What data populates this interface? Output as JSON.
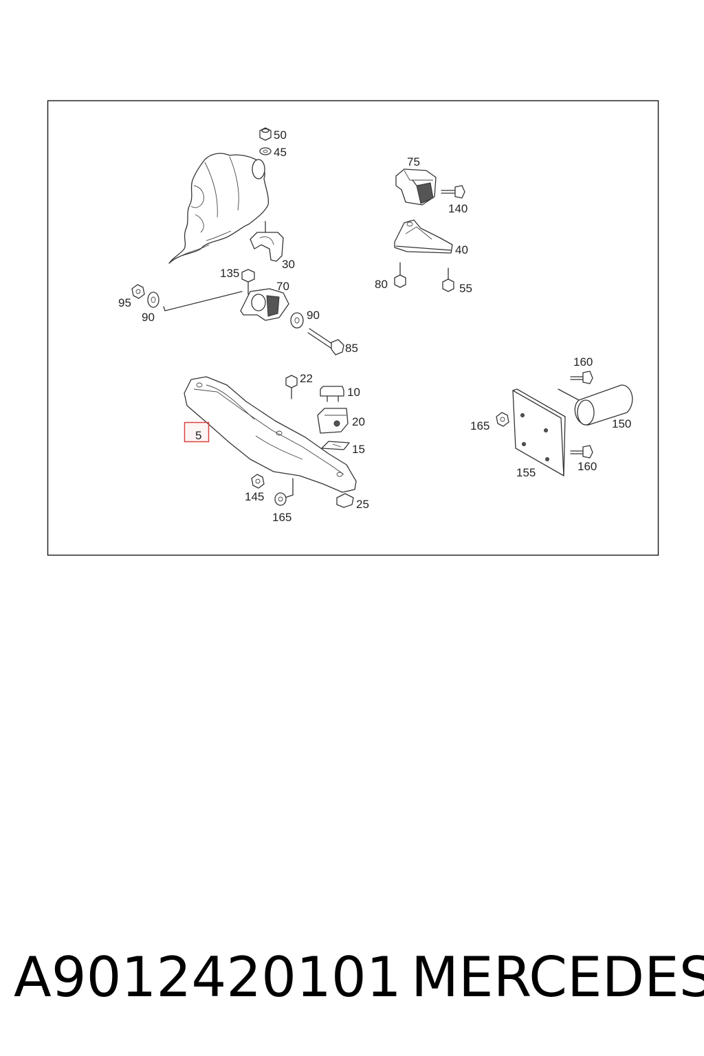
{
  "highlight_color": "#d9413d",
  "callouts": [
    {
      "id": "c50",
      "text": "50"
    },
    {
      "id": "c45",
      "text": "45"
    },
    {
      "id": "c75",
      "text": "75"
    },
    {
      "id": "c140",
      "text": "140"
    },
    {
      "id": "c40",
      "text": "40"
    },
    {
      "id": "c30",
      "text": "30"
    },
    {
      "id": "c135",
      "text": "135"
    },
    {
      "id": "c70",
      "text": "70"
    },
    {
      "id": "c95",
      "text": "95"
    },
    {
      "id": "c90a",
      "text": "90"
    },
    {
      "id": "c90b",
      "text": "90"
    },
    {
      "id": "c80",
      "text": "80"
    },
    {
      "id": "c55",
      "text": "55"
    },
    {
      "id": "c85",
      "text": "85"
    },
    {
      "id": "c22",
      "text": "22"
    },
    {
      "id": "c10",
      "text": "10"
    },
    {
      "id": "c20",
      "text": "20"
    },
    {
      "id": "c15",
      "text": "15"
    },
    {
      "id": "c5",
      "text": "5"
    },
    {
      "id": "c145",
      "text": "145"
    },
    {
      "id": "c165a",
      "text": "165"
    },
    {
      "id": "c25",
      "text": "25"
    },
    {
      "id": "c160a",
      "text": "160"
    },
    {
      "id": "c165b",
      "text": "165"
    },
    {
      "id": "c150",
      "text": "150"
    },
    {
      "id": "c160b",
      "text": "160"
    },
    {
      "id": "c155",
      "text": "155"
    }
  ],
  "footer": {
    "part_number": "A9012420101",
    "brand": "MERCEDES"
  }
}
